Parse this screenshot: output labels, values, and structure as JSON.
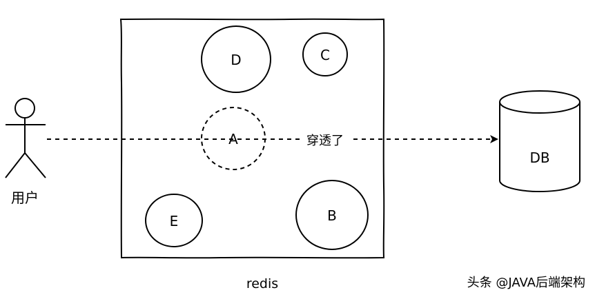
{
  "diagram": {
    "actor_label": "用户",
    "container_label": "redis",
    "db_label": "DB",
    "nodes": {
      "a": "A",
      "b": "B",
      "c": "C",
      "d": "D",
      "e": "E"
    },
    "edge_label": "穿透了",
    "watermark": "头条 @JAVA后端架构"
  }
}
